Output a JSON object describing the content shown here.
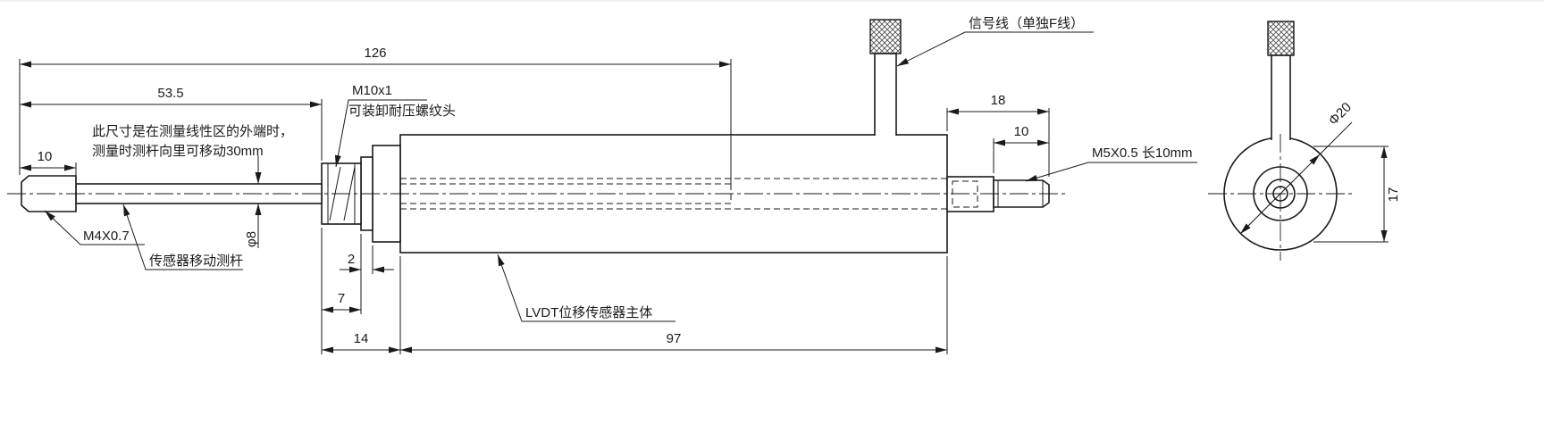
{
  "drawing": {
    "front_view": {
      "dims": {
        "overall_length": "126",
        "rod_extension": "53.5",
        "tip_length": "10",
        "rod_diameter": "φ8",
        "step_width": "2",
        "thread_head_width": "7",
        "head_section_length": "14",
        "body_length": "97",
        "rear_total_length": "18",
        "rear_thread_length": "10"
      },
      "labels": {
        "note_line1": "此尺寸是在测量线性区的外端时，",
        "note_line2": "测量时测杆向里可移动30mm",
        "tip_thread": "M4X0.7",
        "probe_rod": "传感器移动测杆",
        "head_thread": "M10x1",
        "head_description": "可装卸耐压螺纹头",
        "body": "LVDT位移传感器主体",
        "signal_cable": "信号线（单独F线）",
        "rear_thread_spec": "M5X0.5 长10mm"
      }
    },
    "end_view": {
      "dims": {
        "outer_diameter": "Φ20",
        "height": "17"
      }
    },
    "colors": {
      "line": "#1a1a1a",
      "background": "#ffffff"
    }
  }
}
